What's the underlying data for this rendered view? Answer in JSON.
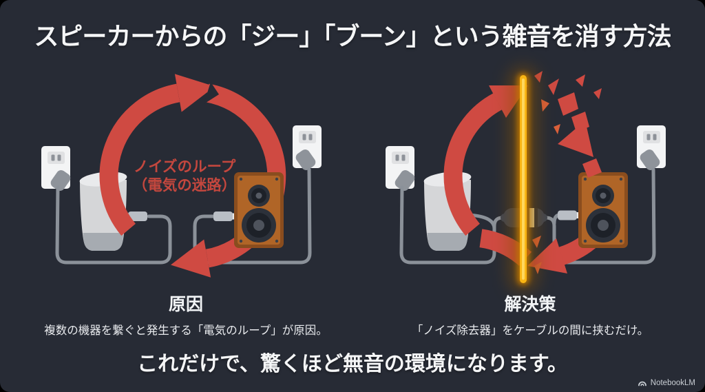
{
  "title": "スピーカーからの「ジー」「ブーン」という雑音を消す方法",
  "cause_panel": {
    "heading": "原因",
    "caption": "複数の機器を繋ぐと発生する「電気のループ」が原因。",
    "loop_label_1": "ノイズのループ",
    "loop_label_2": "（電気の迷路）"
  },
  "solution_panel": {
    "heading": "解決策",
    "caption": "「ノイズ除去器」をケーブルの間に挟むだけ。"
  },
  "conclusion": "これだけで、驚くほど無音の環境になります。",
  "brand": "NotebookLM",
  "colors": {
    "background": "#272b35",
    "loop_red": "#cf4a42",
    "loop_label_red": "#c4473e",
    "barrier_yellow_core": "#f9b514",
    "barrier_yellow_inner": "#ffd75e",
    "barrier_glow_orange": "#c77c00",
    "cable_gray": "#8b9199",
    "outlet_white": "#f3f4f5",
    "smart_speaker_gray": "#d5d6d8",
    "wood_brown": "#b06527",
    "filter_dark": "#3f4552",
    "text_white": "#f5f6f7"
  },
  "icons": {
    "power_outlet": "power-outlet-icon",
    "power_plug": "power-plug-icon",
    "smart_speaker": "smart-speaker-icon",
    "bookshelf_speaker": "bookshelf-speaker-icon",
    "audio_jack": "audio-jack-icon",
    "noise_loop": "noise-loop-arrows",
    "shattered_loop": "shattered-loop-shards",
    "noise_filter": "noise-filter-icon",
    "barrier_line": "glowing-barrier-line",
    "brand_logo": "notebooklm-logo"
  }
}
